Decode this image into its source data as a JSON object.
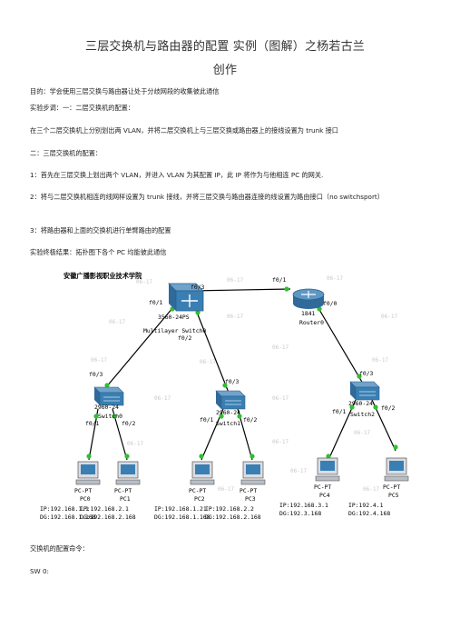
{
  "doc": {
    "title_line1": "三层交换机与路由器的配置 实例（图解）之杨若古兰",
    "title_line2": "创作",
    "paragraphs": {
      "goal": "目的：学会使用三层交换与路由器让处于分歧网段的收集彼此通信",
      "steps_header": "实验步调：一：二层交换机的配置：",
      "step1_detail": "在三个二层交换机上分别划出两 VLAN，并将二层交换机上与三层交换或路由器上的接线设置为 trunk 接口",
      "part2_header": "二：三层交换机的配置：",
      "item1": "1：首先在三层交换上划出两个 VLAN，并进入 VLAN 为其配置 IP，此 IP 将作为与他相连 PC 的网关.",
      "item2": "2：将与二层交换机相连的线网样设置为 trunk 接线，并将三层交换与路由器连接的线设置为路由接口（no switchsport）",
      "item3": "3：将路由器和上面的交换机进行单臂路由的配置",
      "result": "实验终极结果：拓扑图下各个 PC 均能彼此通信",
      "config_header": "交换机的配置命令：",
      "sw0": "SW 0:"
    }
  },
  "diagram": {
    "school": "安徽广播影视职业技术学院",
    "watermark": "06-17",
    "multilayer": {
      "model": "3560-24PS",
      "name": "Multilayer Switch0"
    },
    "router": {
      "model": "1841",
      "name": "Router0"
    },
    "switch0": {
      "model": "2960-24",
      "name": "Switch0"
    },
    "switch1": {
      "model": "2960-24",
      "name": "Switch1"
    },
    "switch2": {
      "model": "2960-24",
      "name": "Switch2"
    },
    "ports": {
      "ml_f03": "f0/3",
      "ml_f01": "f0/1",
      "ml_f02": "f0/2",
      "r_f01": "f0/1",
      "r_f00": "f0/0",
      "s0_f03": "f0/3",
      "s0_f01": "f0/1",
      "s0_f02": "f0/2",
      "s1_f03": "f0/3",
      "s1_f01": "f0/1",
      "s1_f02": "f0/2",
      "s2_f03": "f0/3",
      "s2_f01": "f0/1",
      "s2_f02": "f0/2"
    },
    "pcs": [
      {
        "type": "PC-PT",
        "name": "PC0",
        "ip": "IP:192.168.1.1",
        "dg": "DG:192.168.1.168"
      },
      {
        "type": "PC-PT",
        "name": "PC1",
        "ip": "IP:192.168.2.1",
        "dg": "DG:192.168.2.168"
      },
      {
        "type": "PC-PT",
        "name": "PC2",
        "ip": "IP:192.168.1.21",
        "dg": "DG:192.168.1.168"
      },
      {
        "type": "PC-PT",
        "name": "PC3",
        "ip": "IP:192.168.2.2",
        "dg": "DG:192.168.2.168"
      },
      {
        "type": "PC-PT",
        "name": "PC4",
        "ip": "IP:192.168.3.1",
        "dg": "DG:192.3.168"
      },
      {
        "type": "PC-PT",
        "name": "PC5",
        "ip": "IP:192.4.1",
        "dg": "DG:192.4.168"
      }
    ],
    "colors": {
      "link": "#000000",
      "port": "#2fbf2f",
      "device": "#3a7fb3"
    }
  }
}
